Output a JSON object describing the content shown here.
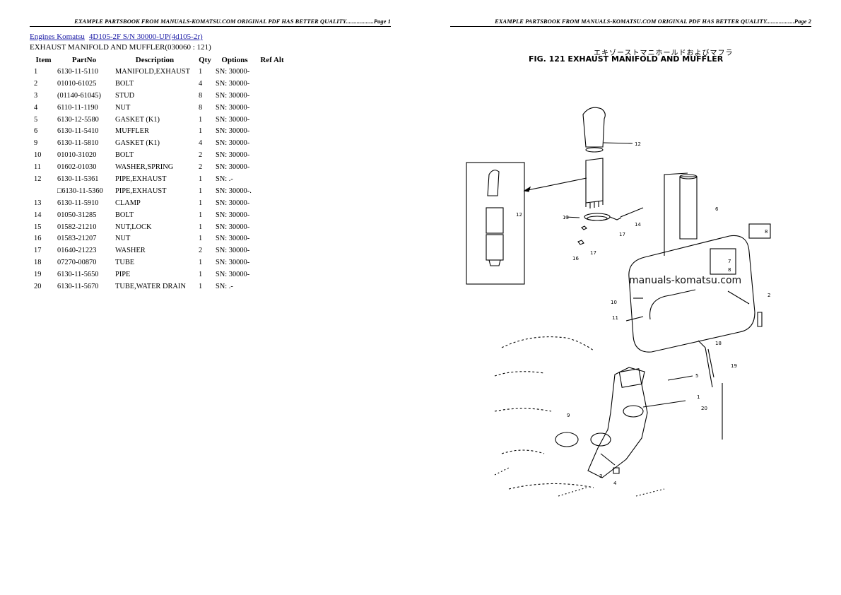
{
  "pages": {
    "left": {
      "header": "EXAMPLE PARTSBOOK FROM MANUALS-KOMATSU.COM ORIGINAL PDF HAS BETTER QUALITY..................Page 1"
    },
    "right": {
      "header": "EXAMPLE PARTSBOOK FROM MANUALS-KOMATSU.COM ORIGINAL PDF HAS BETTER QUALITY..................Page 2"
    }
  },
  "breadcrumb": {
    "link1": "Engines Komatsu",
    "link2": "4D105-2F S/N  30000-UP(4d105-2r)"
  },
  "section_title": "EXHAUST MANIFOLD AND MUFFLER(030060 : 121)",
  "table": {
    "headers": [
      "Item",
      "PartNo",
      "Description",
      "Qty",
      "Options",
      "Ref Alt"
    ],
    "rows": [
      {
        "item": "1",
        "part": "6130-11-5110",
        "desc": "MANIFOLD,EXHAUST",
        "qty": "1",
        "opt": "SN: 30000-"
      },
      {
        "item": "2",
        "part": "01010-61025",
        "desc": "BOLT",
        "qty": "4",
        "opt": "SN: 30000-"
      },
      {
        "item": "3",
        "part": "(01140-61045)",
        "desc": "STUD",
        "qty": "8",
        "opt": "SN: 30000-"
      },
      {
        "item": "4",
        "part": "6110-11-1190",
        "desc": "NUT",
        "qty": "8",
        "opt": "SN: 30000-"
      },
      {
        "item": "5",
        "part": "6130-12-5580",
        "desc": "GASKET (K1)",
        "qty": "1",
        "opt": "SN: 30000-"
      },
      {
        "item": "6",
        "part": "6130-11-5410",
        "desc": "MUFFLER",
        "qty": "1",
        "opt": "SN: 30000-"
      },
      {
        "item": "9",
        "part": "6130-11-5810",
        "desc": "GASKET (K1)",
        "qty": "4",
        "opt": "SN: 30000-"
      },
      {
        "item": "10",
        "part": "01010-31020",
        "desc": "BOLT",
        "qty": "2",
        "opt": "SN: 30000-"
      },
      {
        "item": "11",
        "part": "01602-01030",
        "desc": "WASHER,SPRING",
        "qty": "2",
        "opt": "SN: 30000-"
      },
      {
        "item": "12",
        "part": "6130-11-5361",
        "desc": "PIPE,EXHAUST",
        "qty": "1",
        "opt": "SN: .-"
      },
      {
        "item": "",
        "part": "□6130-11-5360",
        "desc": "PIPE,EXHAUST",
        "qty": "1",
        "opt": "SN: 30000-."
      },
      {
        "item": "13",
        "part": "6130-11-5910",
        "desc": "CLAMP",
        "qty": "1",
        "opt": "SN: 30000-"
      },
      {
        "item": "14",
        "part": "01050-31285",
        "desc": "BOLT",
        "qty": "1",
        "opt": "SN: 30000-"
      },
      {
        "item": "15",
        "part": "01582-21210",
        "desc": "NUT,LOCK",
        "qty": "1",
        "opt": "SN: 30000-"
      },
      {
        "item": "16",
        "part": "01583-21207",
        "desc": "NUT",
        "qty": "1",
        "opt": "SN: 30000-"
      },
      {
        "item": "17",
        "part": "01640-21223",
        "desc": "WASHER",
        "qty": "2",
        "opt": "SN: 30000-"
      },
      {
        "item": "18",
        "part": "07270-00870",
        "desc": "TUBE",
        "qty": "1",
        "opt": "SN: 30000-"
      },
      {
        "item": "19",
        "part": "6130-11-5650",
        "desc": "PIPE",
        "qty": "1",
        "opt": "SN: 30000-"
      },
      {
        "item": "20",
        "part": "6130-11-5670",
        "desc": "TUBE,WATER DRAIN",
        "qty": "1",
        "opt": "SN: .-"
      }
    ]
  },
  "figure": {
    "jp_title": "エキゾーストマニホールドおよびマフラ",
    "title": "FIG. 121  EXHAUST MANIFOLD AND MUFFLER",
    "watermark": "manuals-komatsu.com",
    "callouts": [
      "12",
      "13",
      "14",
      "17",
      "16",
      "17",
      "12",
      "6",
      "8",
      "7",
      "8",
      "2",
      "10",
      "11",
      "18",
      "19",
      "20",
      "5",
      "9",
      "3",
      "4",
      "1"
    ]
  }
}
